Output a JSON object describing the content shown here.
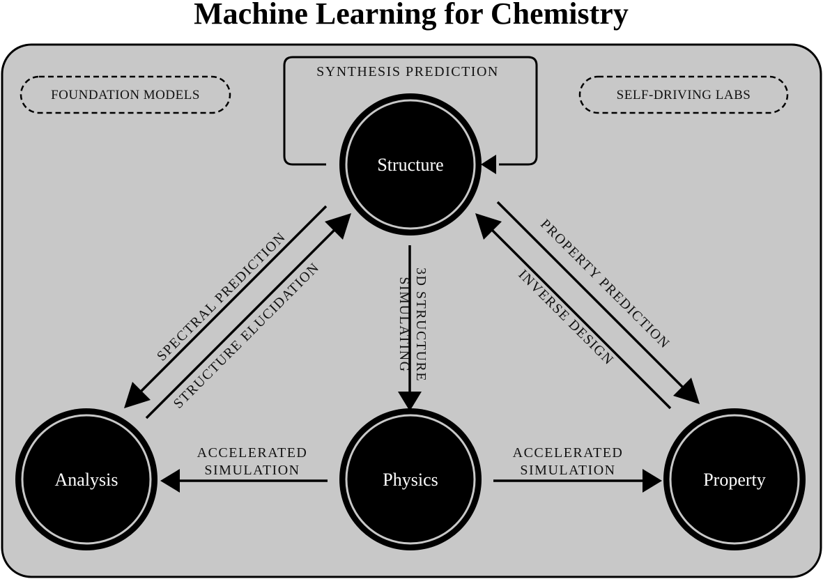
{
  "title": "Machine Learning for Chemistry",
  "colors": {
    "background_panel": "#c8c8c8",
    "node_fill": "#000000",
    "node_ring": "#c8c8c8",
    "node_text": "#ffffff",
    "line": "#000000"
  },
  "tags": {
    "foundation_models": "FOUNDATION MODELS",
    "self_driving_labs": "SELF-DRIVING LABS"
  },
  "nodes": {
    "structure": "Structure",
    "analysis": "Analysis",
    "physics": "Physics",
    "property": "Property"
  },
  "edges": {
    "synthesis_prediction": "SYNTHESIS PREDICTION",
    "spectral_prediction": "SPECTRAL PREDICTION",
    "structure_elucidation": "STRUCTURE ELUCIDATION",
    "simulating_line1": "SIMULATING",
    "simulating_line2": "3D STRUCTURE",
    "property_prediction": "PROPERTY PREDICTION",
    "inverse_design": "INVERSE DESIGN",
    "accel_left_line1": "ACCELERATED",
    "accel_left_line2": "SIMULATION",
    "accel_right_line1": "ACCELERATED",
    "accel_right_line2": "SIMULATION"
  }
}
